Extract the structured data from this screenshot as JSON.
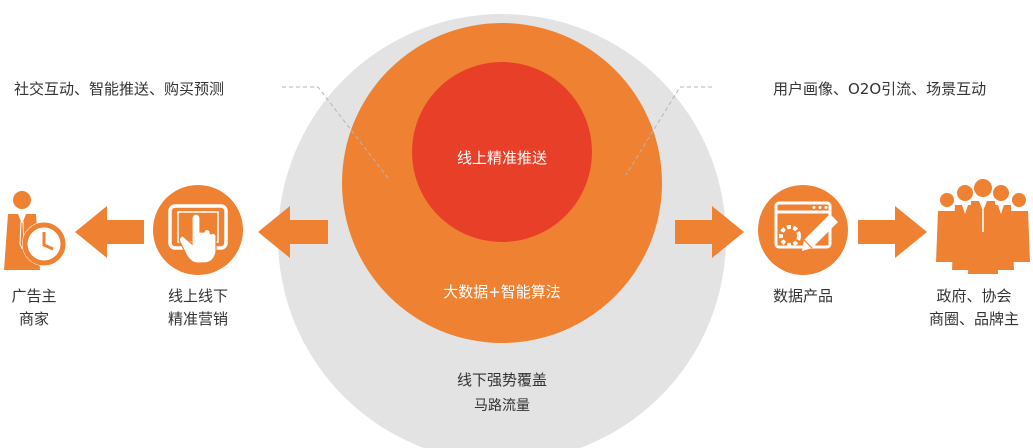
{
  "circles": {
    "outer": {
      "line1": "线下强势覆盖",
      "line2": "马路流量"
    },
    "middle": {
      "label": "大数据+智能算法"
    },
    "inner": {
      "label": "线上精准推送"
    }
  },
  "callouts": {
    "left": "社交互动、智能推送、购买预测",
    "right": "用户画像、O2O引流、场景互动"
  },
  "left_flow": {
    "tablet": {
      "line1": "线上线下",
      "line2": "精准营销"
    },
    "merchant": {
      "line1": "广告主",
      "line2": "商家"
    }
  },
  "right_flow": {
    "product": {
      "line1": "数据产品"
    },
    "partners": {
      "line1": "政府、协会",
      "line2": "商圈、品牌主"
    }
  },
  "colors": {
    "accent": "#ef8132",
    "inner": "#e73f28",
    "outer_circle": "#e3e3e3",
    "text": "#333333"
  },
  "icons": {
    "merchant": "businessman-clock-icon",
    "tablet": "tablet-touch-icon",
    "product": "browser-edit-icon",
    "partners": "business-team-icon"
  }
}
